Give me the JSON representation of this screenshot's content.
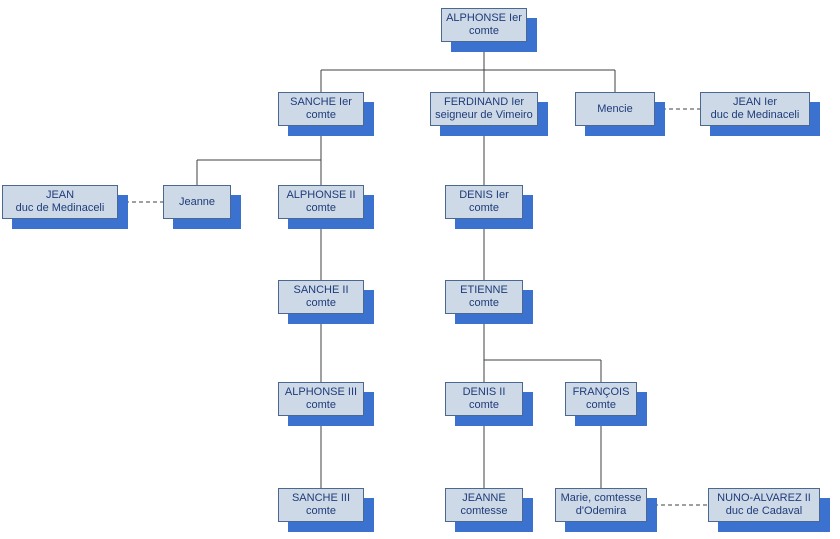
{
  "diagram": {
    "type": "family-tree",
    "language": "fr"
  },
  "colors": {
    "box_fill": "#cdd9e7",
    "box_border": "#4a6890",
    "box_text": "#1f3c7a",
    "box_shadow": "#3b72cf",
    "line_color": "#404040",
    "page_bg": "#ffffff"
  },
  "nodes": {
    "alphonse_1": {
      "line1": "ALPHONSE Ier",
      "line2": "comte"
    },
    "sanche_1": {
      "line1": "SANCHE Ier",
      "line2": "comte"
    },
    "ferdinand_1": {
      "line1": "FERDINAND Ier",
      "line2": "seigneur de Vimeiro"
    },
    "mencie": {
      "line1": "Mencie"
    },
    "jean_1": {
      "line1": "JEAN Ier",
      "line2": "duc de Medinaceli"
    },
    "jean": {
      "line1": "JEAN",
      "line2": "duc de Medinaceli"
    },
    "jeanne": {
      "line1": "Jeanne"
    },
    "alphonse_2": {
      "line1": "ALPHONSE II",
      "line2": "comte"
    },
    "denis_1": {
      "line1": "DENIS Ier",
      "line2": "comte"
    },
    "sanche_2": {
      "line1": "SANCHE II",
      "line2": "comte"
    },
    "etienne": {
      "line1": "ETIENNE",
      "line2": "comte"
    },
    "alphonse_3": {
      "line1": "ALPHONSE III",
      "line2": "comte"
    },
    "denis_2": {
      "line1": "DENIS II",
      "line2": "comte"
    },
    "francois": {
      "line1": "FRANÇOIS",
      "line2": "comte"
    },
    "sanche_3": {
      "line1": "SANCHE III",
      "line2": "comte"
    },
    "jeanne_2": {
      "line1": "JEANNE",
      "line2": "comtesse"
    },
    "marie": {
      "line1": "Marie, comtesse",
      "line2": "d'Odemira"
    },
    "nuno": {
      "line1": "NUNO-ALVAREZ II",
      "line2": "duc de Cadaval"
    }
  },
  "edges": {
    "descent": [
      [
        "alphonse_1",
        "sanche_1"
      ],
      [
        "alphonse_1",
        "ferdinand_1"
      ],
      [
        "alphonse_1",
        "mencie"
      ],
      [
        "sanche_1",
        "jeanne"
      ],
      [
        "sanche_1",
        "alphonse_2"
      ],
      [
        "ferdinand_1",
        "denis_1"
      ],
      [
        "alphonse_2",
        "sanche_2"
      ],
      [
        "sanche_2",
        "alphonse_3"
      ],
      [
        "alphonse_3",
        "sanche_3"
      ],
      [
        "denis_1",
        "etienne"
      ],
      [
        "etienne",
        "denis_2"
      ],
      [
        "etienne",
        "francois"
      ],
      [
        "denis_2",
        "jeanne_2"
      ],
      [
        "francois",
        "marie"
      ]
    ],
    "marriage": [
      [
        "mencie",
        "jean_1"
      ],
      [
        "jean",
        "jeanne"
      ],
      [
        "marie",
        "nuno"
      ]
    ]
  }
}
